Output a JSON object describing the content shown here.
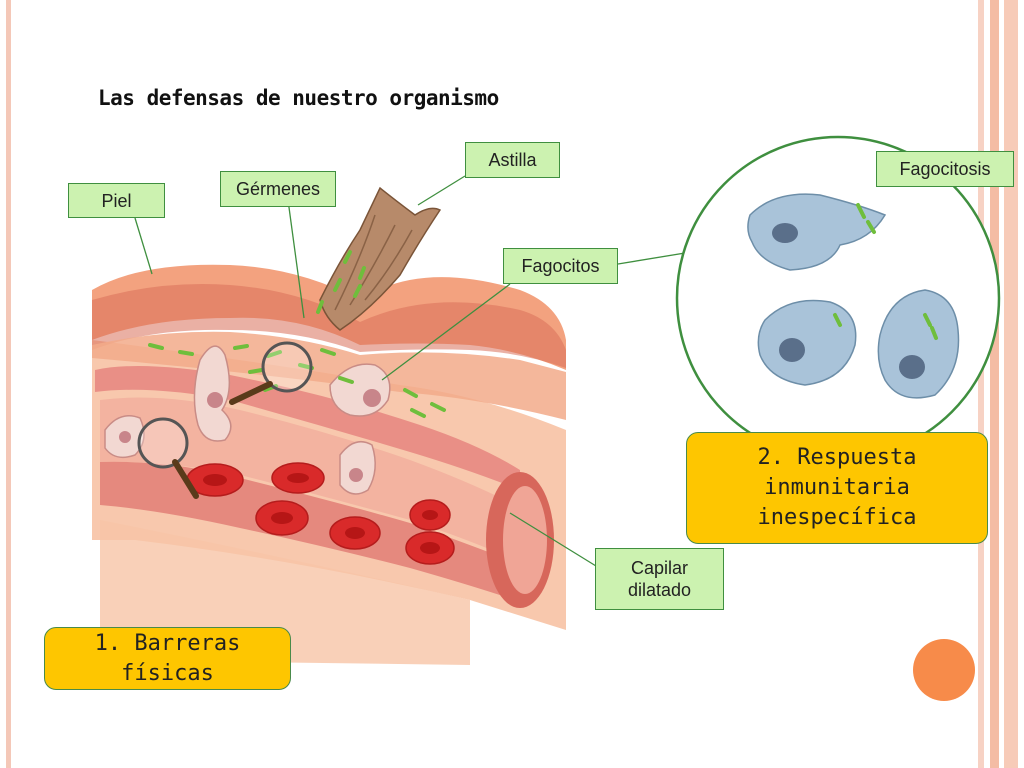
{
  "slide": {
    "title": "Las defensas de nuestro organismo"
  },
  "labels": {
    "piel": "Piel",
    "germenes": "Gérmenes",
    "astilla": "Astilla",
    "fagocitos": "Fagocitos",
    "fagocitosis": "Fagocitosis",
    "capilar_line1": "Capilar",
    "capilar_line2": "dilatado"
  },
  "boxes": {
    "barreras": "1. Barreras físicas",
    "respuesta_line1": "2. Respuesta",
    "respuesta_line2": "inmunitaria",
    "respuesta_line3": "inespecífica"
  },
  "colors": {
    "stripe_pink": "#f4c0a8",
    "label_fill": "#ccf2b0",
    "label_border": "#3f8f3f",
    "yellow_box": "#fec600",
    "orange_dot": "#f78b4a",
    "circle_border": "#3f8f3f"
  }
}
